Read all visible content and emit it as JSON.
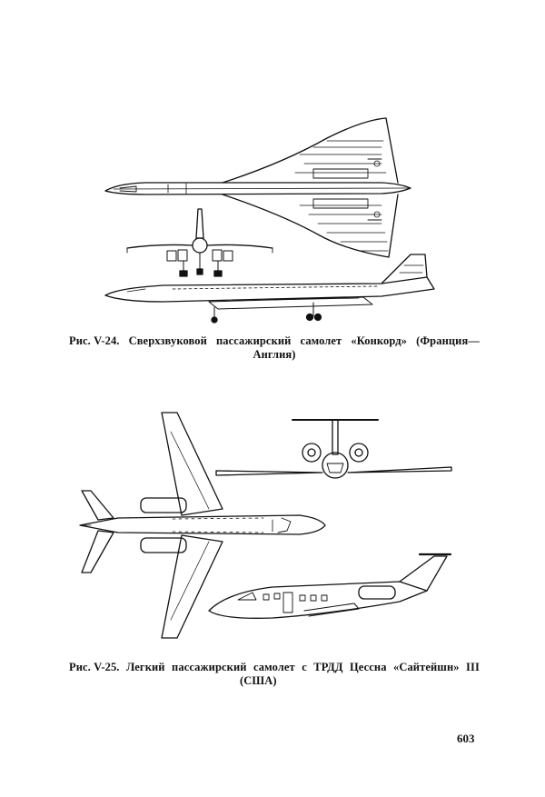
{
  "figures": [
    {
      "id": "V-24",
      "caption_words": [
        "Рис. V-24.",
        "Сверхзвуковой",
        "пассажирский",
        "самолет",
        "«Конкорд»",
        "(Франция—"
      ],
      "caption_line2": "Англия)"
    },
    {
      "id": "V-25",
      "caption_words": [
        "Рис. V-25.",
        "Легкий",
        "пассажирский",
        "самолет",
        "с",
        "ТРДД",
        "Цессна",
        "«Сайтейшн»",
        "III"
      ],
      "caption_line2": "(США)"
    }
  ],
  "page_number": "603",
  "colors": {
    "ink": "#111111",
    "paper": "#ffffff"
  }
}
